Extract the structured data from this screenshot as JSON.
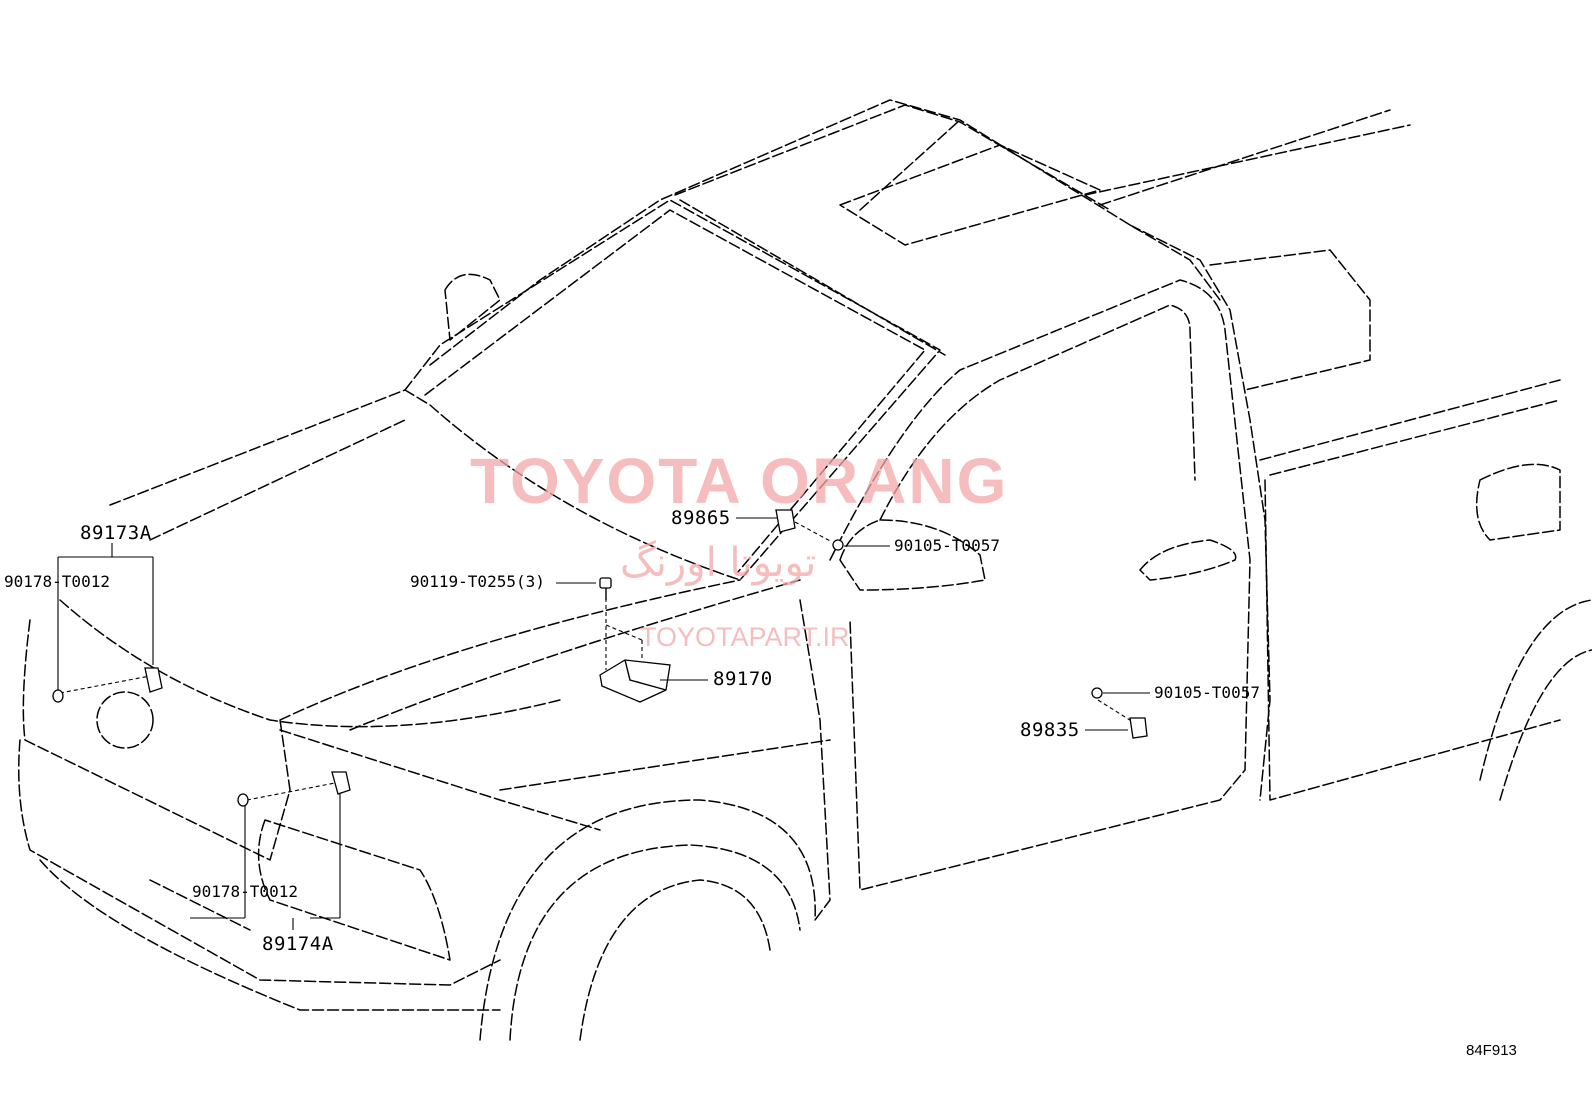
{
  "watermark": {
    "title": "TOYOTA ORANG",
    "persian": "تویوتا اورنگ",
    "url": "TOYOTAPART.IR"
  },
  "diagram_code": "84F913",
  "callouts": {
    "front_sensor_upper": "89173A",
    "clip_upper": "90178-T0012",
    "front_sensor_lower": "89174A",
    "clip_lower": "90178-T0012",
    "airbag_ecu": "89170",
    "ecu_bolt": "90119-T0255(3)",
    "side_sensor_upper": "89865",
    "side_bolt_upper": "90105-T0057",
    "side_sensor_lower": "89835",
    "side_bolt_lower": "90105-T0057"
  },
  "colors": {
    "line": "#000000",
    "watermark": "#f4a7a9"
  }
}
